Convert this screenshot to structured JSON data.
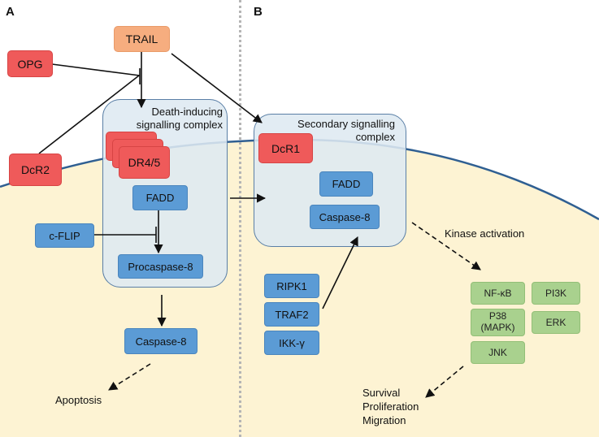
{
  "panels": {
    "a": "A",
    "b": "B"
  },
  "ligand": {
    "trail": "TRAIL"
  },
  "decoys": {
    "opg": "OPG",
    "dcr2": "DcR2",
    "dcr1": "DcR1"
  },
  "receptor": {
    "dr45": "DR4/5"
  },
  "complex_a": {
    "title_line1": "Death-inducing",
    "title_line2": "signalling complex",
    "fadd": "FADD",
    "procaspase8": "Procaspase-8"
  },
  "cflip": "c-FLIP",
  "caspase8_out": "Caspase-8",
  "apoptosis": "Apoptosis",
  "complex_b": {
    "title_line1": "Secondary signalling",
    "title_line2": "complex",
    "fadd": "FADD",
    "caspase8": "Caspase-8"
  },
  "adaptors": {
    "ripk1": "RIPK1",
    "traf2": "TRAF2",
    "ikkg": "IKK-γ"
  },
  "kinase_activation": "Kinase activation",
  "kinases": {
    "nfkb": "NF-κB",
    "pi3k": "PI3K",
    "p38_line1": "P38",
    "p38_line2": "(MAPK)",
    "erk": "ERK",
    "jnk": "JNK"
  },
  "outcomes": {
    "survival": "Survival",
    "proliferation": "Proliferation",
    "migration": "Migration"
  },
  "colors": {
    "cell": "#fdf3d3",
    "membrane": "#2f5f92",
    "decoy": "#ef5a5a",
    "ligand": "#f6ad7f",
    "adaptor": "#5b9bd5",
    "kinase": "#a9d18e",
    "complex": "#dee9f1",
    "divider": "#b5b5b5"
  }
}
